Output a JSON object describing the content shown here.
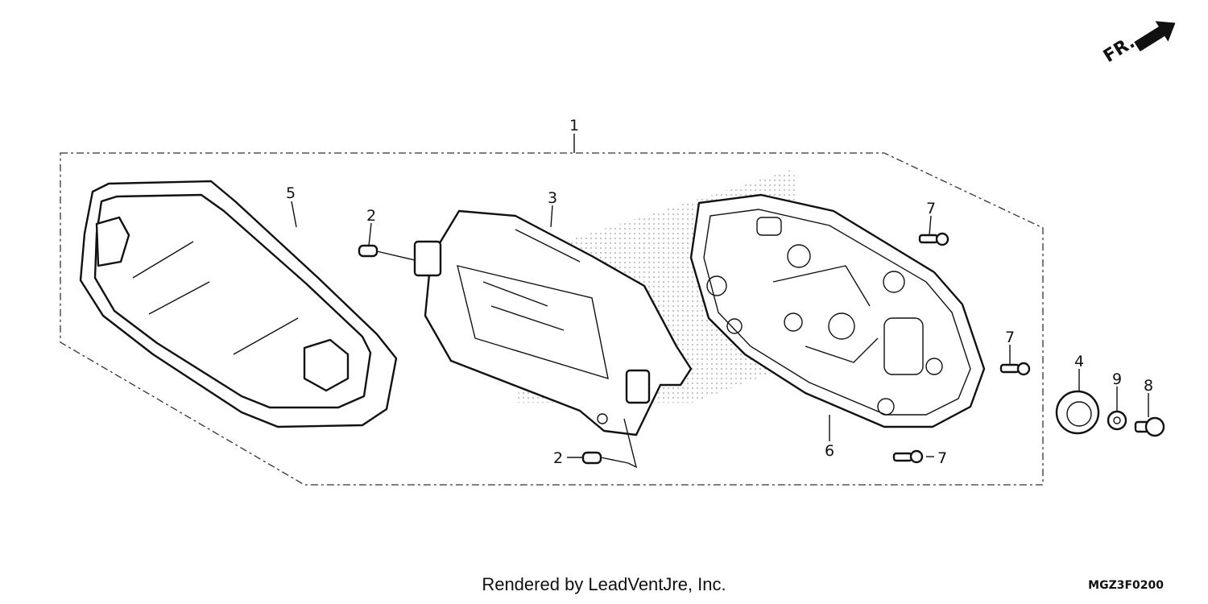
{
  "diagram": {
    "callouts": {
      "c1": "1",
      "c2a": "2",
      "c2b": "2",
      "c3": "3",
      "c4": "4",
      "c5": "5",
      "c6": "6",
      "c7a": "7",
      "c7b": "7",
      "c7c": "7",
      "c8": "8",
      "c9": "9"
    },
    "direction_label": "FR.",
    "footer_credit": "Rendered by LeadVentJre, Inc.",
    "drawing_code": "MGZ3F0200"
  }
}
